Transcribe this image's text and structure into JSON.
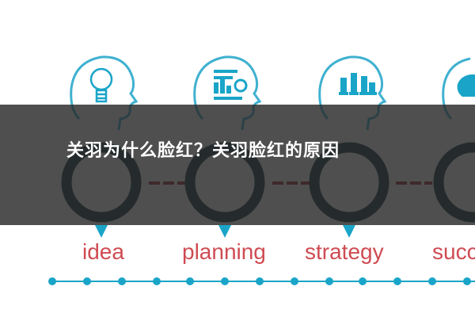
{
  "header": {
    "title": "关羽为什么脸红？关羽脸红的原因"
  },
  "stages": [
    {
      "label": "idea",
      "icon": "lightbulb-icon"
    },
    {
      "label": "planning",
      "icon": "chart-icon"
    },
    {
      "label": "strategy",
      "icon": "chess-icon"
    },
    {
      "label": "succ",
      "icon": "head-icon"
    }
  ],
  "colors": {
    "teal": "#1aa5c8",
    "dark_ring": "#17393d",
    "red_accent": "#cf4b52",
    "outline": "#3fb1d0",
    "banner": "#282828"
  }
}
